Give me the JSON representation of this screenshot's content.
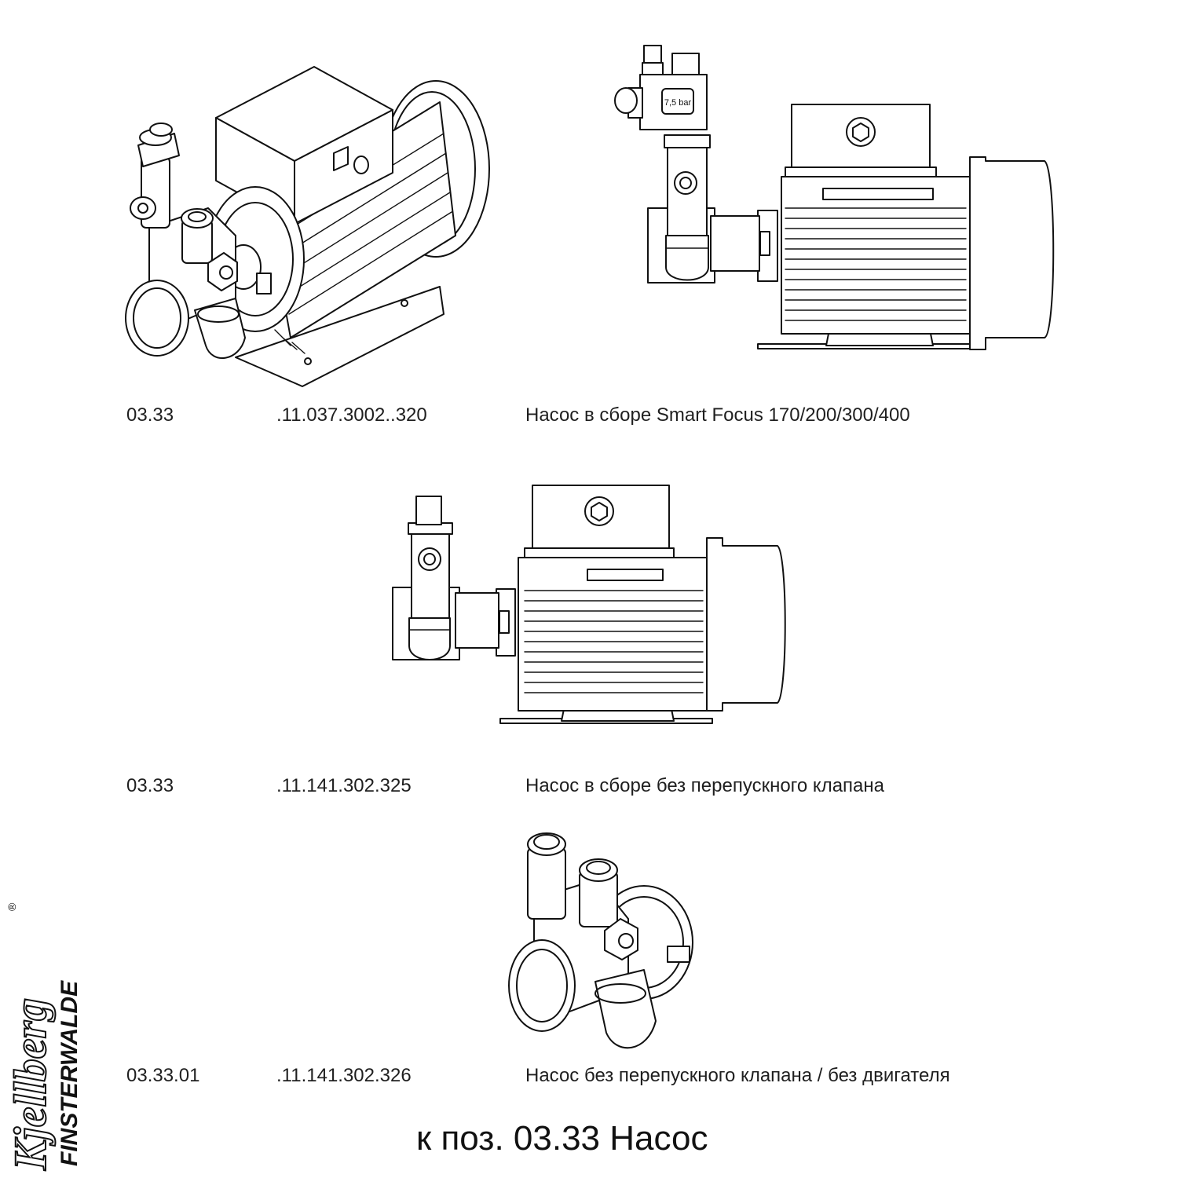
{
  "items": [
    {
      "pos": "03.33",
      "article": ".11.037.3002..320",
      "description": "Насос в сборе Smart Focus 170/200/300/400"
    },
    {
      "pos": "03.33",
      "article": ".11.141.302.325",
      "description": "Насос в сборе без перепускного клапана"
    },
    {
      "pos": "03.33.01",
      "article": ".11.141.302.326",
      "description": "Насос без перепускного клапана / без двигателя"
    }
  ],
  "valve_label": "7,5 bar",
  "footer_title": "к поз. 03.33 Насос",
  "logo": {
    "brand": "Kjellberg",
    "sub": "FINSTERWALDE",
    "mark": "®"
  }
}
